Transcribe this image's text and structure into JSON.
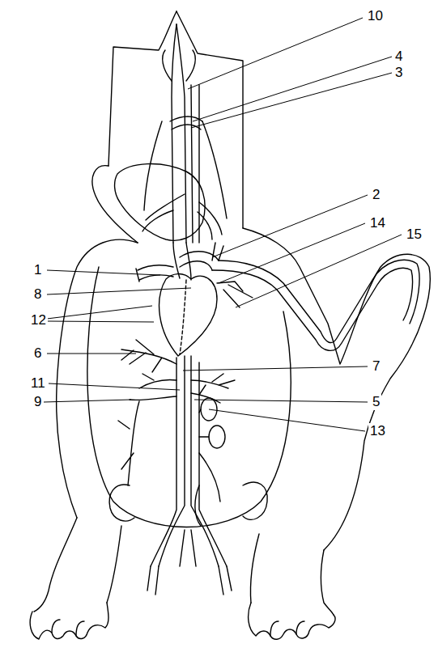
{
  "diagram": {
    "labels": [
      "10",
      "4",
      "3",
      "2",
      "14",
      "1",
      "15",
      "8",
      "12",
      "6",
      "7",
      "11",
      "9",
      "5",
      "13"
    ]
  }
}
